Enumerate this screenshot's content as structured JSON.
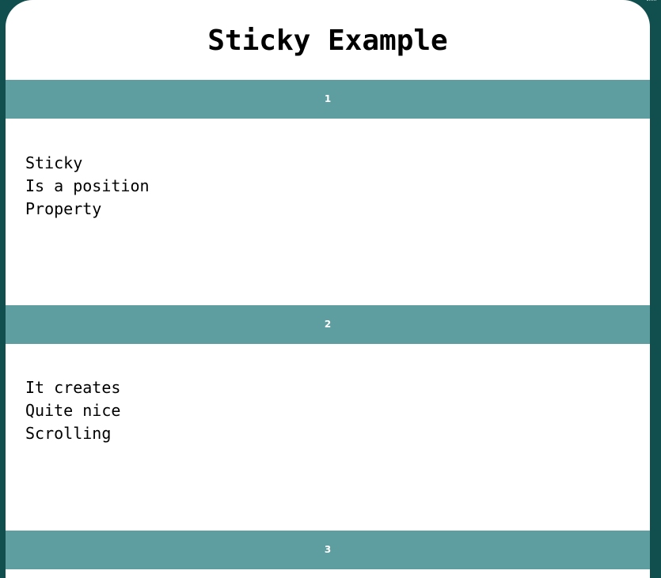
{
  "page": {
    "title": "Sticky Example"
  },
  "sections": [
    {
      "header": "1",
      "lines": [
        "Sticky",
        "Is a position",
        "Property"
      ]
    },
    {
      "header": "2",
      "lines": [
        "It creates",
        "Quite nice",
        "Scrolling"
      ]
    },
    {
      "header": "3",
      "lines": []
    }
  ],
  "colors": {
    "background": "#114f4e",
    "header": "#5f9ea0",
    "card": "#ffffff"
  }
}
